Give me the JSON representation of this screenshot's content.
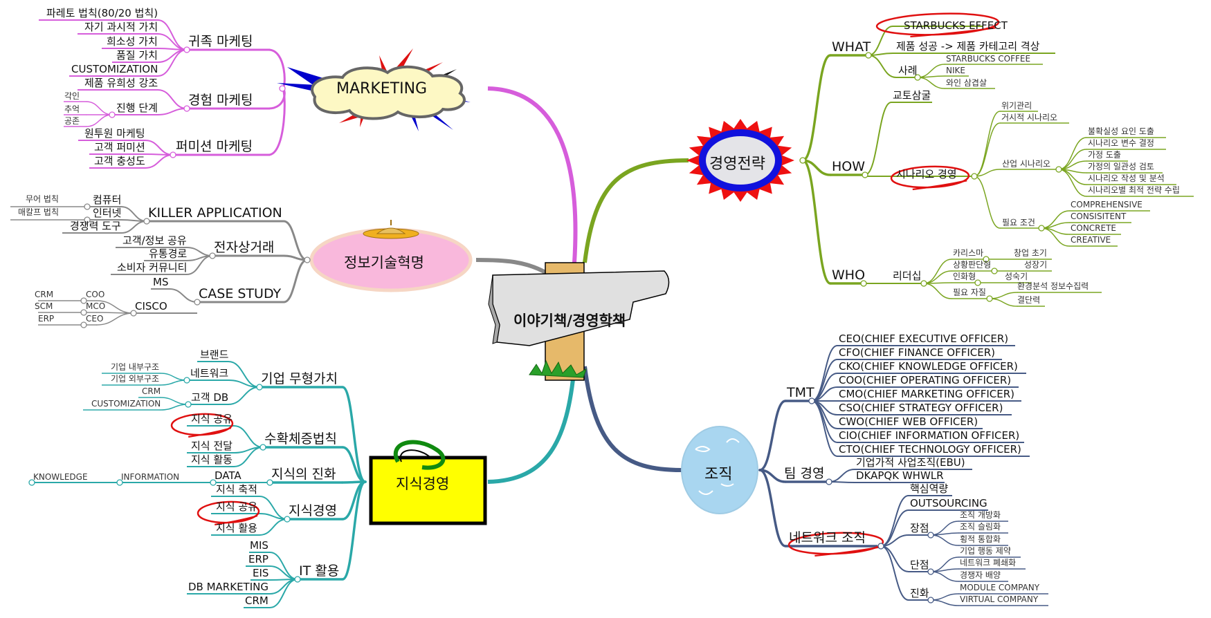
{
  "central": {
    "title": "이야기책/경영학책"
  },
  "colors": {
    "marketing": "#d65ddb",
    "it": "#888888",
    "knowledge": "#2aa8a8",
    "strategy": "#7aa520",
    "org": "#465a85",
    "highlight": "#e01010"
  },
  "branches": {
    "marketing": {
      "label": "MARKETING",
      "groups": [
        {
          "label": "귀족 마케팅",
          "items": [
            "파레토 법칙(80/20 법칙)",
            "자기 과시적 가치",
            "희소성 가치",
            "품질 가치",
            "CUSTOMIZATION"
          ]
        },
        {
          "label": "경험 마케팅",
          "items": [
            "제품 유희성 강조"
          ],
          "sub": {
            "label": "진행 단계",
            "items": [
              "각인",
              "추억",
              "공존"
            ]
          }
        },
        {
          "label": "퍼미션 마케팅",
          "items": [
            "원투원 마케팅",
            "고객 퍼미션",
            "고객 충성도"
          ]
        }
      ]
    },
    "it": {
      "label": "정보기술혁명",
      "groups": [
        {
          "label": "KILLER APPLICATION",
          "items": [
            {
              "label": "컴퓨터",
              "sub": "무어 법칙"
            },
            {
              "label": "인터넷",
              "sub": "매칼프 법칙"
            },
            {
              "label": "경쟁력 도구"
            }
          ]
        },
        {
          "label": "전자상거래",
          "items": [
            "고객/정보 공유",
            "유통경로",
            "소비자 커뮤니티"
          ]
        },
        {
          "label": "CASE STUDY",
          "items": [
            "MS"
          ],
          "sub": {
            "label": "CISCO",
            "items": [
              {
                "label": "COO",
                "sub": "CRM"
              },
              {
                "label": "MCO",
                "sub": "SCM"
              },
              {
                "label": "CEO",
                "sub": "ERP"
              }
            ]
          }
        }
      ]
    },
    "knowledge": {
      "label": "지식경영",
      "groups": [
        {
          "label": "기업 무형가치",
          "items": [
            {
              "label": "브랜드"
            },
            {
              "label": "네트워크",
              "subs": [
                "기업 내부구조",
                "기업 외부구조"
              ]
            },
            {
              "label": "고객 DB",
              "subs": [
                "CRM",
                "CUSTOMIZATION"
              ]
            }
          ]
        },
        {
          "label": "수확체증법칙",
          "items": [
            "지식 공유",
            "지식 전달",
            "지식 활동"
          ],
          "highlighted": "지식 공유"
        },
        {
          "label": "지식의 진화",
          "chain": [
            "DATA",
            "INFORMATION",
            "KNOWLEDGE"
          ]
        },
        {
          "label": "지식경영",
          "items": [
            "지식 축적",
            "지식 공유",
            "지식 활용"
          ],
          "highlighted": "지식 공유"
        },
        {
          "label": "IT 활용",
          "items": [
            "MIS",
            "ERP",
            "EIS",
            "DB MARKETING",
            "CRM"
          ]
        }
      ]
    },
    "strategy": {
      "label": "경영전략",
      "groups": [
        {
          "label": "WHAT",
          "items": [
            "STARBUCKS EFFECT",
            "제품 성공 -> 제품 카테고리 격상"
          ],
          "highlighted": "STARBUCKS EFFECT",
          "sub": {
            "label": "사례",
            "items": [
              "STARBUCKS COFFEE",
              "NIKE",
              "와인 삼겹살"
            ]
          }
        },
        {
          "label": "HOW",
          "items": [
            "교토삼굴"
          ],
          "sub": {
            "label": "시나리오 경영",
            "highlighted": true,
            "items": [
              "위기관리",
              "거시적 시나리오"
            ],
            "industry": {
              "label": "산업 시나리오",
              "items": [
                "불확실성 요인 도출",
                "시나리오 변수 결정",
                "가정 도출",
                "가정의 일관성 검토",
                "시나리오 작성 및 분석",
                "시나리오별 최적 전략 수립"
              ]
            },
            "requirements": {
              "label": "필요 조건",
              "items": [
                "COMPREHENSIVE",
                "CONSISITENT",
                "CONCRETE",
                "CREATIVE"
              ]
            }
          }
        },
        {
          "label": "WHO",
          "sub": {
            "label": "리더십",
            "types": [
              {
                "label": "카리스마",
                "stage": "창업 초기"
              },
              {
                "label": "상황판단형",
                "stage": "성장기"
              },
              {
                "label": "인화형",
                "stage": "성숙기"
              }
            ],
            "qualities": {
              "label": "필요 자질",
              "items": [
                "환경분석 정보수집력",
                "결단력"
              ]
            }
          }
        }
      ]
    },
    "org": {
      "label": "조직",
      "groups": [
        {
          "label": "TMT",
          "items": [
            "CEO(CHIEF EXECUTIVE OFFICER)",
            "CFO(CHIEF FINANCE OFFICER)",
            "CKO(CHIEF KNOWLEDGE OFFICER)",
            "COO(CHIEF OPERATING OFFICER)",
            "CMO(CHIEF MARKETING OFFICER)",
            "CSO(CHIEF STRATEGY OFFICER)",
            "CWO(CHIEF WEB OFFICER)",
            "CIO(CHIEF INFORMATION OFFICER)",
            "CTO(CHIEF TECHNOLOGY OFFICER)"
          ]
        },
        {
          "label": "팀 경영",
          "items": [
            "기업가적 사업조직(EBU)",
            "DKAPQK WHWLR"
          ]
        },
        {
          "label": "네트워크 조직",
          "highlighted": true,
          "items": [
            "핵심역량",
            "OUTSOURCING"
          ],
          "pros": {
            "label": "장점",
            "items": [
              "조직 개방화",
              "조직 슬림화",
              "횡적 통합화"
            ]
          },
          "cons": {
            "label": "단점",
            "items": [
              "기업 행동 제약",
              "네트워크 폐쇄화",
              "경쟁자 배양"
            ]
          },
          "evolution": {
            "label": "진화",
            "items": [
              "MODULE COMPANY",
              "VIRTUAL COMPANY"
            ]
          }
        }
      ]
    }
  }
}
